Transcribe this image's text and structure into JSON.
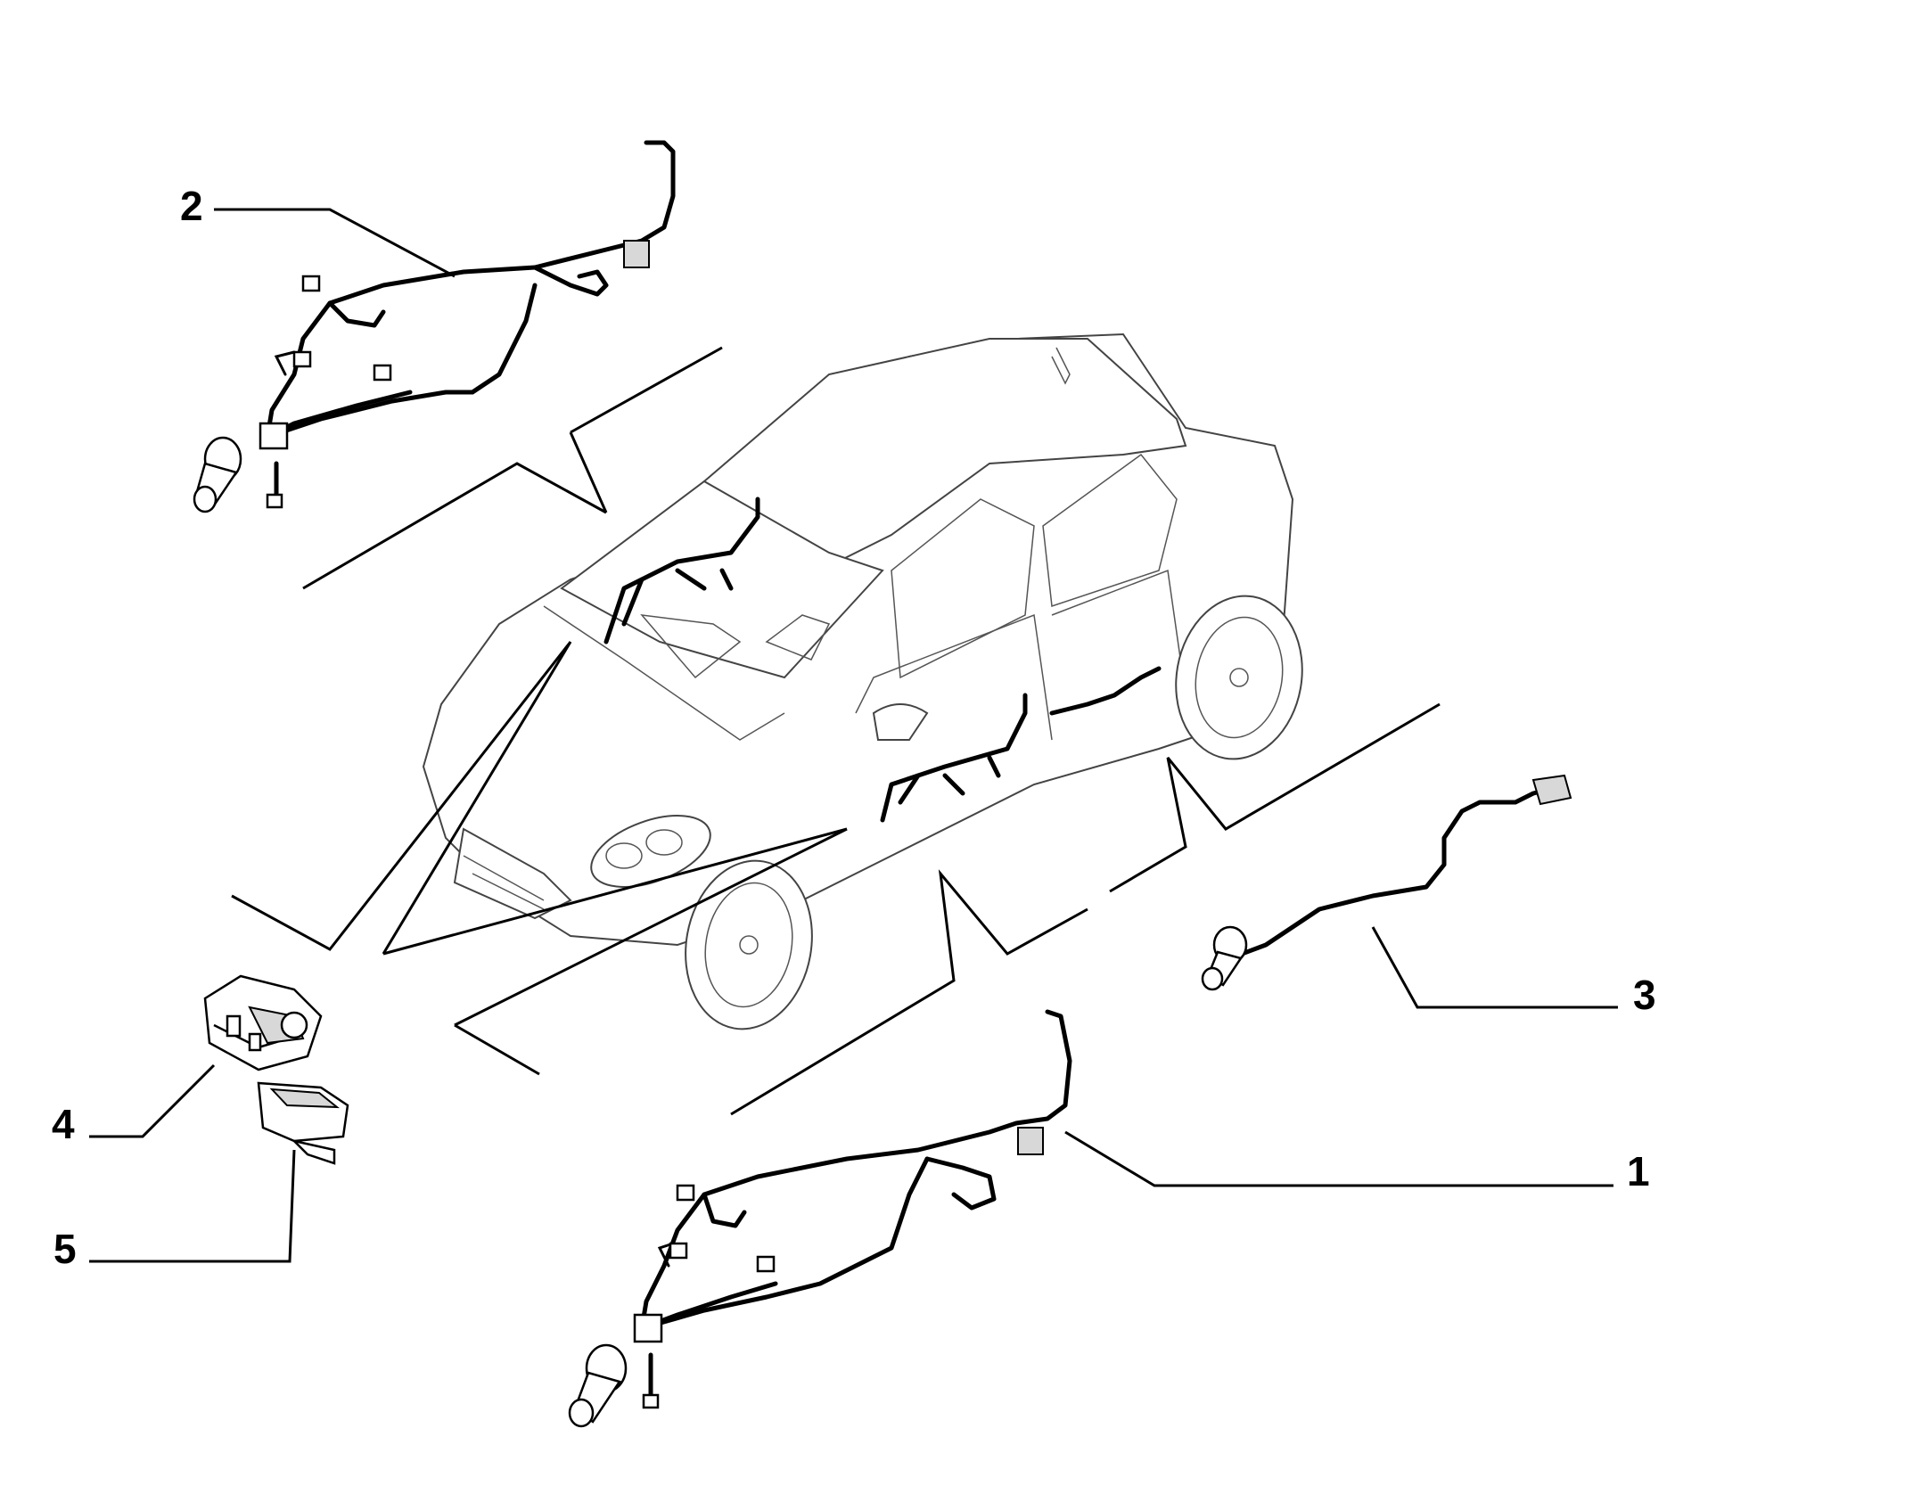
{
  "callouts": [
    {
      "id": "1",
      "label": "1"
    },
    {
      "id": "2",
      "label": "2"
    },
    {
      "id": "3",
      "label": "3"
    },
    {
      "id": "4",
      "label": "4"
    },
    {
      "id": "5",
      "label": "5"
    }
  ],
  "colors": {
    "ink": "#000000",
    "car_line": "#444444",
    "background": "#ffffff"
  }
}
